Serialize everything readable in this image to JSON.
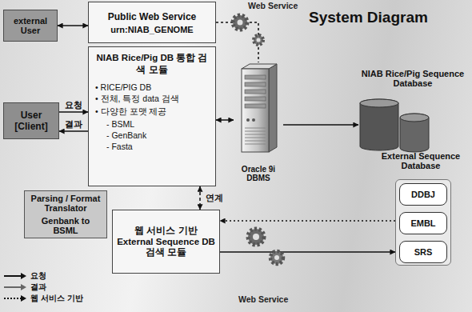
{
  "diagram": {
    "title": "System Diagram",
    "nodes": [
      {
        "text": [
          "external User"
        ]
      },
      {
        "text": [
          "Public Web Service",
          "urn:NIAB_GENOME"
        ]
      },
      {
        "text": [
          "User [Client]"
        ]
      },
      {
        "text": [
          "NIAB Rice/Pig DB 통합 검색 모듈",
          "• RICE/PIG DB",
          "• 전체, 특정 data 검색",
          "• 다양한 포맷 제공",
          "- BSML",
          "- GenBank",
          "- Fasta"
        ]
      },
      {
        "text": [
          "Oracle 9i DBMS"
        ]
      },
      {
        "text": [
          "NIAB Rice/Pig Sequence Database"
        ]
      },
      {
        "text": [
          "Parsing / Format Translator",
          "Genbank to BSML"
        ]
      },
      {
        "text": [
          "웹 서비스 기반 External Sequence DB 검색 모듈"
        ]
      },
      {
        "text": [
          "External Sequence Database"
        ]
      },
      {
        "text": [
          "DDBJ"
        ],
        "in": 8
      },
      {
        "text": [
          "EMBL"
        ],
        "in": 8
      },
      {
        "text": [
          "SRS"
        ],
        "in": 8
      }
    ],
    "edges": [
      {
        "from": 0,
        "to": 1,
        "arrow": "both"
      },
      {
        "from": 2,
        "to": 3,
        "label": "요청",
        "arrow": "to"
      },
      {
        "from": 3,
        "to": 2,
        "label": "결과",
        "arrow": "to"
      },
      {
        "from": 1,
        "to": 4,
        "arrow": "none"
      },
      {
        "from": 3,
        "to": 4,
        "arrow": "both"
      },
      {
        "from": 4,
        "to": 5,
        "arrow": "to"
      },
      {
        "from": 3,
        "to": 7,
        "label": "연계",
        "arrow": "both"
      },
      {
        "from": 7,
        "to": 8,
        "arrow": "to"
      },
      {
        "from": 8,
        "to": 7,
        "arrow": "to"
      }
    ],
    "labels": [
      "Web Service",
      "Web Service"
    ],
    "legend": [
      {
        "text": "요청"
      },
      {
        "text": "결과"
      },
      {
        "text": "웹 서비스 기반"
      }
    ]
  }
}
